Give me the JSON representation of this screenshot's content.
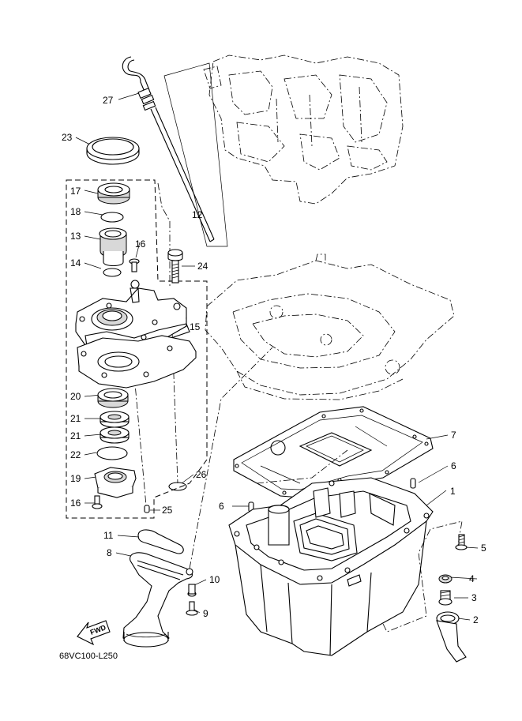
{
  "diagram": {
    "drawing_code": "68VC100-L250",
    "fwd_label": "FWD",
    "callouts": [
      "27",
      "23",
      "17",
      "18",
      "12",
      "13",
      "16",
      "14",
      "24",
      "15",
      "20",
      "21",
      "21",
      "22",
      "26",
      "19",
      "16",
      "25",
      "7",
      "6",
      "1",
      "6",
      "11",
      "8",
      "10",
      "9",
      "5",
      "4",
      "3",
      "2"
    ]
  }
}
